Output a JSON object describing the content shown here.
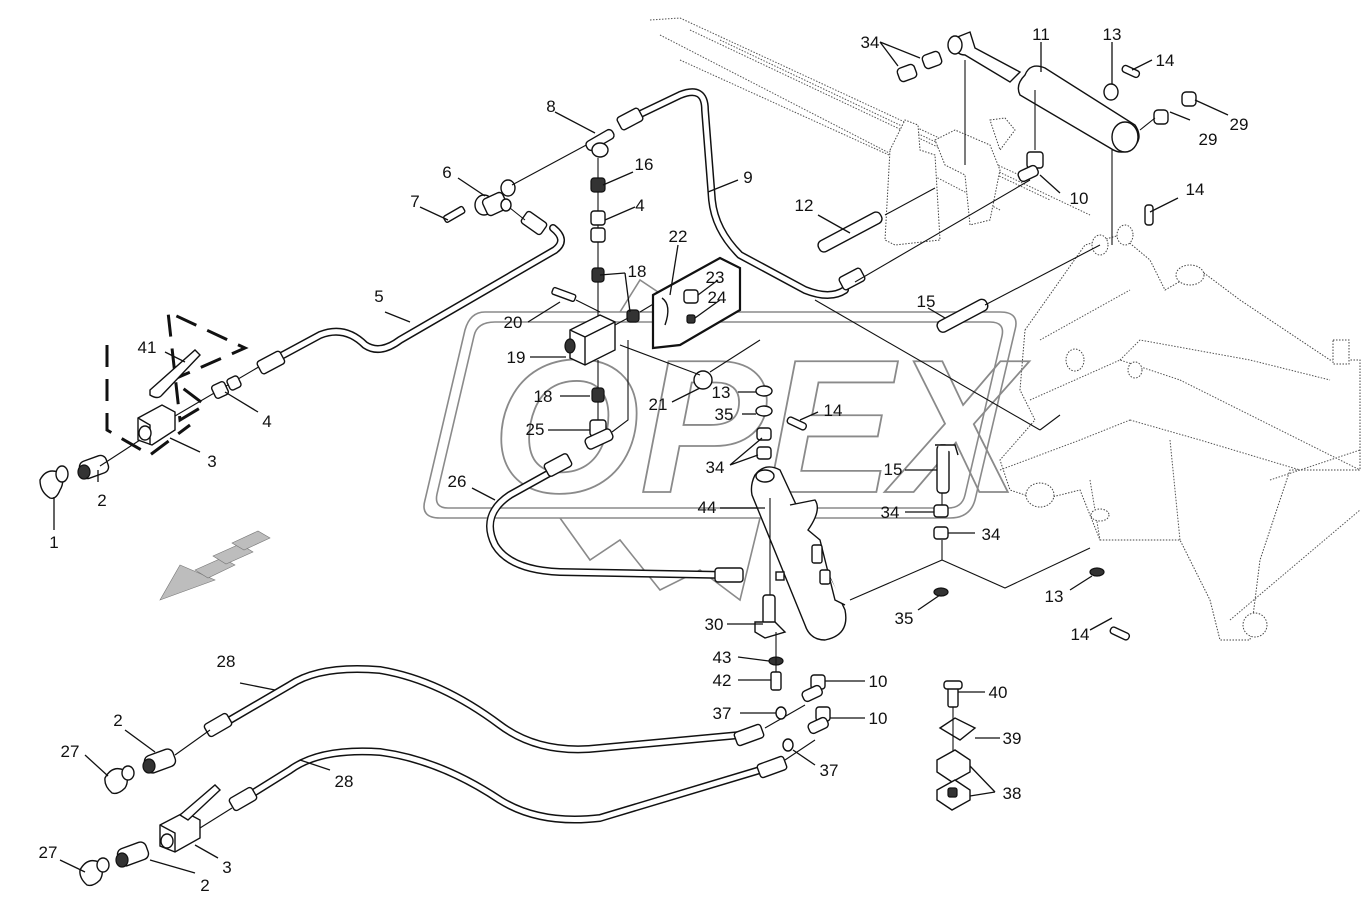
{
  "diagram": {
    "title": "Hydraulic connection parts – exploded view",
    "watermark": "OPEX",
    "direction_arrow": "travel-direction-arrow"
  },
  "callouts": {
    "c1": "1",
    "c2a": "2",
    "c2b": "2",
    "c2c": "2",
    "c3a": "3",
    "c3b": "3",
    "c4a": "4",
    "c4b": "4",
    "c5": "5",
    "c6": "6",
    "c7": "7",
    "c8": "8",
    "c9": "9",
    "c10a": "10",
    "c10b": "10",
    "c10c": "10",
    "c11": "11",
    "c12": "12",
    "c13a": "13",
    "c13b": "13",
    "c13c": "13",
    "c14a": "14",
    "c14b": "14",
    "c14c": "14",
    "c14d": "14",
    "c15a": "15",
    "c15b": "15",
    "c16": "16",
    "c18a": "18",
    "c18b": "18",
    "c19": "19",
    "c20": "20",
    "c21": "21",
    "c22": "22",
    "c23": "23",
    "c24": "24",
    "c25": "25",
    "c26": "26",
    "c27a": "27",
    "c27b": "27",
    "c28a": "28",
    "c28b": "28",
    "c29a": "29",
    "c29b": "29",
    "c30": "30",
    "c34a": "34",
    "c34b": "34",
    "c34c": "34",
    "c34d": "34",
    "c35a": "35",
    "c35b": "35",
    "c37a": "37",
    "c37b": "37",
    "c38": "38",
    "c39": "39",
    "c40": "40",
    "c41": "41",
    "c42": "42",
    "c43": "43",
    "c44": "44"
  }
}
